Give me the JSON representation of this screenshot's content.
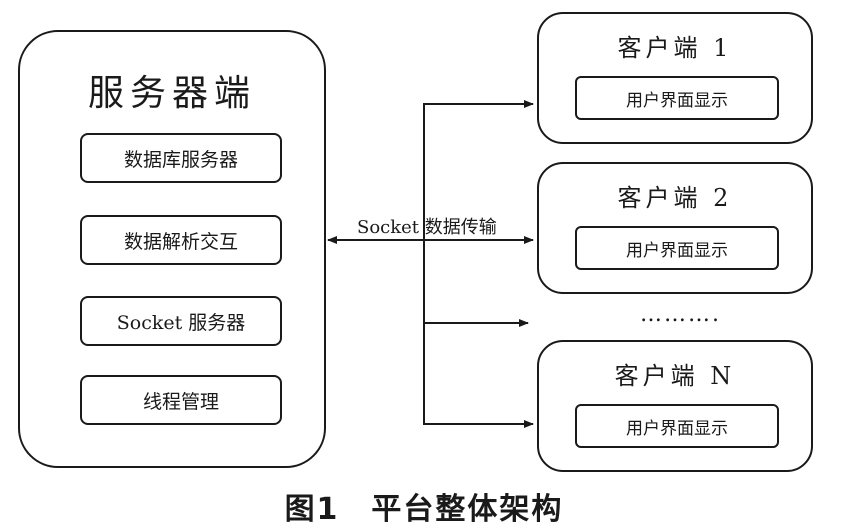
{
  "server": {
    "title": "服务器端",
    "modules": [
      "数据库服务器",
      "数据解析交互",
      "Socket 服务器",
      "线程管理"
    ]
  },
  "transfer_label": "Socket 数据传输",
  "clients": [
    {
      "title": "客户端 1",
      "ui_label": "用户界面显示"
    },
    {
      "title": "客户端 2",
      "ui_label": "用户界面显示"
    },
    {
      "title": "客户端 N",
      "ui_label": "用户界面显示"
    }
  ],
  "ellipsis": "……….",
  "caption": "图1　平台整体架构"
}
